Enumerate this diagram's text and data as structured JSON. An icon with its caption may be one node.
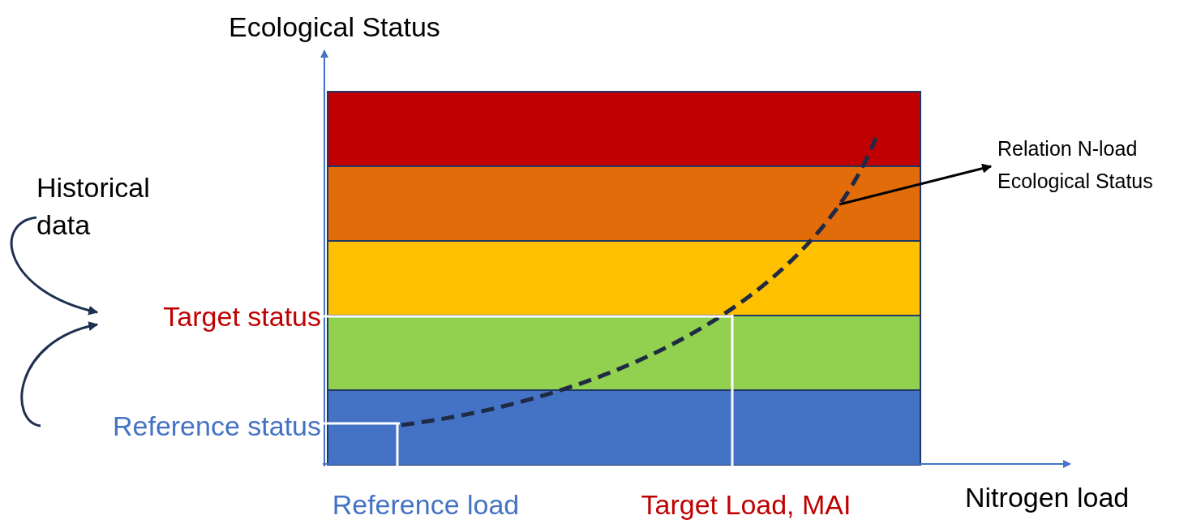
{
  "diagram": {
    "nodes": [
      {
        "text": [
          "Historical data"
        ]
      },
      {
        "text": [
          "Target status"
        ]
      },
      {
        "text": [
          "Reference status"
        ]
      },
      {
        "text": [
          "Reference load"
        ]
      },
      {
        "text": [
          "Target Load, MAI"
        ]
      },
      {
        "text": [
          "Relation N-load Ecological Status"
        ]
      }
    ],
    "edges": [
      {
        "from": 0,
        "to": 1,
        "arrow": "to",
        "color": "#1f3050"
      },
      {
        "from": 2,
        "to": 1,
        "arrow": "to",
        "color": "#1f3050"
      },
      {
        "from": null,
        "to": 1,
        "arrow": "to",
        "color": "#ffffff"
      },
      {
        "from": null,
        "to": 4,
        "arrow": "to",
        "color": "#ffffff"
      },
      {
        "from": null,
        "to": 2,
        "arrow": "to",
        "color": "#ffffff"
      },
      {
        "from": null,
        "to": 3,
        "arrow": "to",
        "color": "#ffffff"
      },
      {
        "from": null,
        "to": 5,
        "arrow": "to",
        "color": "#000000"
      }
    ],
    "labels": [
      "Ecological Status",
      "Nitrogen load"
    ]
  }
}
